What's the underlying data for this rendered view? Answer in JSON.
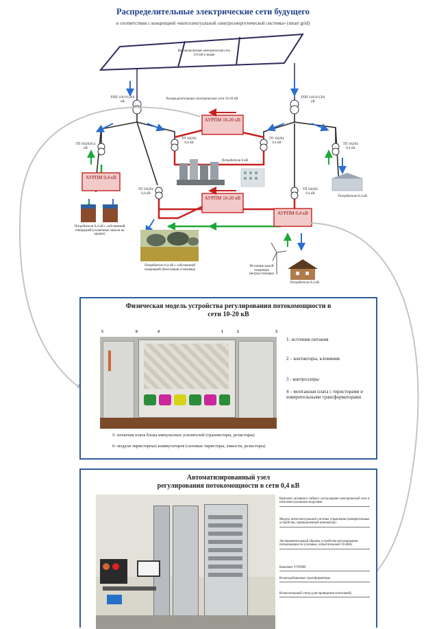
{
  "header": {
    "title": "Распределительные электрические сети будущего",
    "subtitle": "в соответствии с концепцией «интеллектуальной электроэнергетической системы» (smart grid)"
  },
  "diagram": {
    "hv_network": "Высоковольтная электрическая сеть 110 кВ и выше",
    "dist_network": "Распределительные электрические сети 10-20 кВ",
    "rpp_left": "РПП 110/10 (20) кВ",
    "rpp_right": "РПП 110/10 (20) кВ",
    "tp_labels": [
      "ТП 10(20)/0,4 кВ",
      "ТП 10(20)/ 0,4 кВ",
      "ТП 10(20)/ 0,4 кВ",
      "ТП 10(20)/ 0,4 кВ",
      "ТП 10(20)/ 0,4 кВ",
      "ТП 10(20)/ 0,4 кВ"
    ],
    "aurpm_top": "АУРПМ 10-20 кВ",
    "aurpm_mid": "АУРПМ 10-20 кВ",
    "aurpm_left": "АУРПМ 0,4 кВ",
    "aurpm_right": "АУРПМ 0,4 кВ",
    "consumer_10kv": "Потребители 6 кВ",
    "consumer_right": "Потребители 0,4 кВ",
    "consumer_left": "Потребители 0,4 кВ с собственной генерацией (солнечные панели на крыше)",
    "consumer_bio": "Потребители 0,4 кВ с собственной генерацией (биогазовая установка)",
    "consumer_house": "Потребители 0,4 кВ",
    "wind_source": "Источник малой генерации (ветроустановка)"
  },
  "panel1": {
    "title": "Физическая модель устройства регулирования потокомощности в сети 10-20 кВ",
    "numbers": [
      "5",
      "6",
      "4",
      "1",
      "2",
      "3"
    ],
    "legend": [
      "1- источник питания",
      "2 – контакторы, клеммник",
      "3 - контроллеры",
      "4 – монтажная плата с тиристорами и измерительными трансформаторами"
    ],
    "caption_5": "5- печатная плата блока импульсных усилителей (транзисторы, резисторы)",
    "caption_6": "6- модули тиристорных коммутаторов (силовые тиристоры, емкости, резисторы)"
  },
  "panel2": {
    "title_line1": "Автоматизированный узел",
    "title_line2": "регулирования потокомощности в сети 0,4 кВ",
    "side_labels": [
      "Комплекс активного гибкого согласования электрической сети и интеллектуальными модулями",
      "Модуль интеллектуальной системы управления (измерительные устройства, промышленный компьютер)",
      "Экспериментальный образец устройства регулирования потокомощности (силовые, испытательный 10 кВА)",
      "Комплект УУРПМ",
      "Вольтодобавочные трансформаторы",
      "Испытательный стенд (для проведения испытаний)"
    ]
  },
  "colors": {
    "frame": "#2e5c9a",
    "red_line": "#c72020",
    "green_arrow": "#1ea83a",
    "blue_arrow": "#2a6fd0",
    "aurpm_fill": "#f3caca"
  }
}
